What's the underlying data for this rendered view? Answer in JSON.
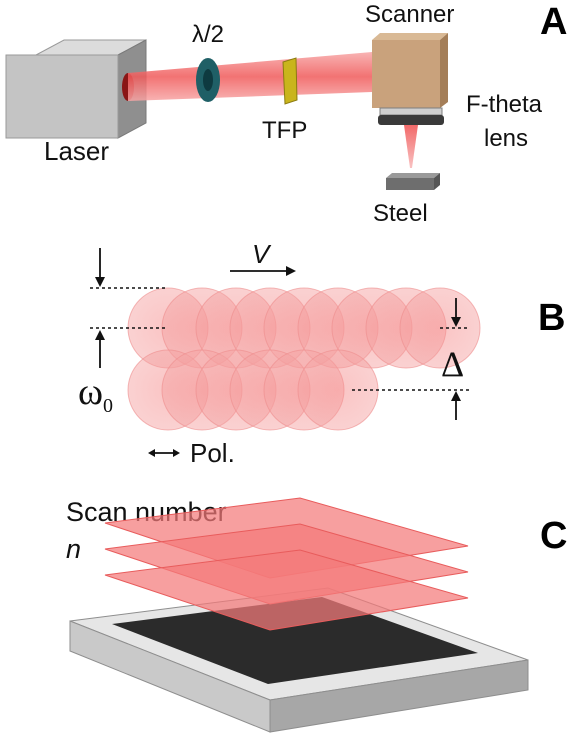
{
  "panel_a": {
    "letter": "A",
    "laser_label": "Laser",
    "half_wave_label": "λ/2",
    "tfp_label": "TFP",
    "scanner_label": "Scanner",
    "ftheta_line1": "F-theta",
    "ftheta_line2": "lens",
    "steel_label": "Steel"
  },
  "panel_b": {
    "letter": "B",
    "velocity_label": "V",
    "waist_symbol": "ω",
    "waist_subscript": "0",
    "hatch_label": "Δ",
    "polarization_label": "Pol.",
    "spots_per_row": [
      9,
      6
    ]
  },
  "panel_c": {
    "letter": "C",
    "scan_label": "Scan number",
    "scan_symbol": "n",
    "layer_count": 3
  },
  "colors": {
    "beam": "#f06a6a",
    "spot": "#f47a7a",
    "box_gray": "#bdbdbd",
    "scanner_tan": "#c9a27c",
    "optic_teal": "#1f5f66",
    "tfp_yellow": "#c9b51c",
    "steel_dark": "#2a2a2a"
  }
}
